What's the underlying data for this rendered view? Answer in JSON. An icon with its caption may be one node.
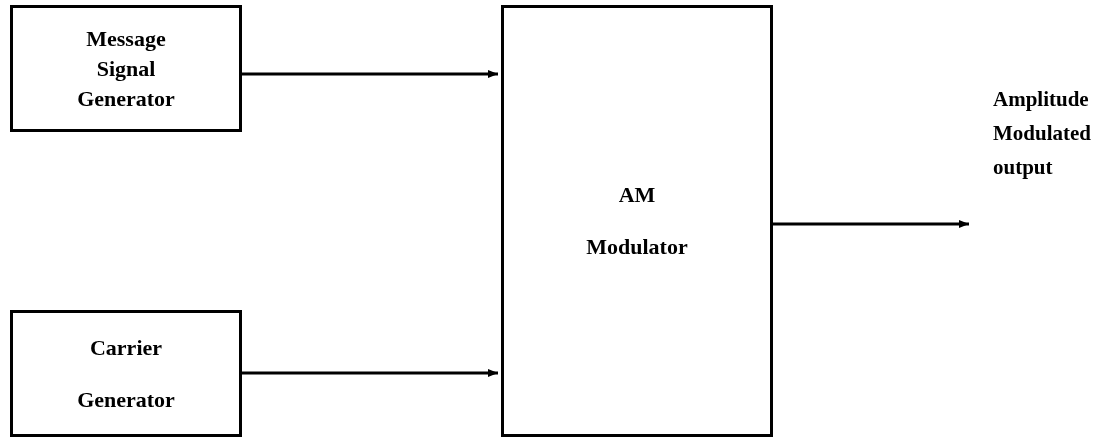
{
  "diagram": {
    "nodes": [
      {
        "text": [
          "Message Signal Generator"
        ]
      },
      {
        "text": [
          "Carrier Generator"
        ]
      },
      {
        "text": [
          "AM Modulator"
        ]
      }
    ],
    "edges": [
      {
        "from": 0,
        "to": 2,
        "arrow": "to"
      },
      {
        "from": 1,
        "to": 2,
        "arrow": "to"
      },
      {
        "from": 2,
        "to": null,
        "arrow": "to",
        "label": "Amplitude Modulated output"
      }
    ]
  }
}
